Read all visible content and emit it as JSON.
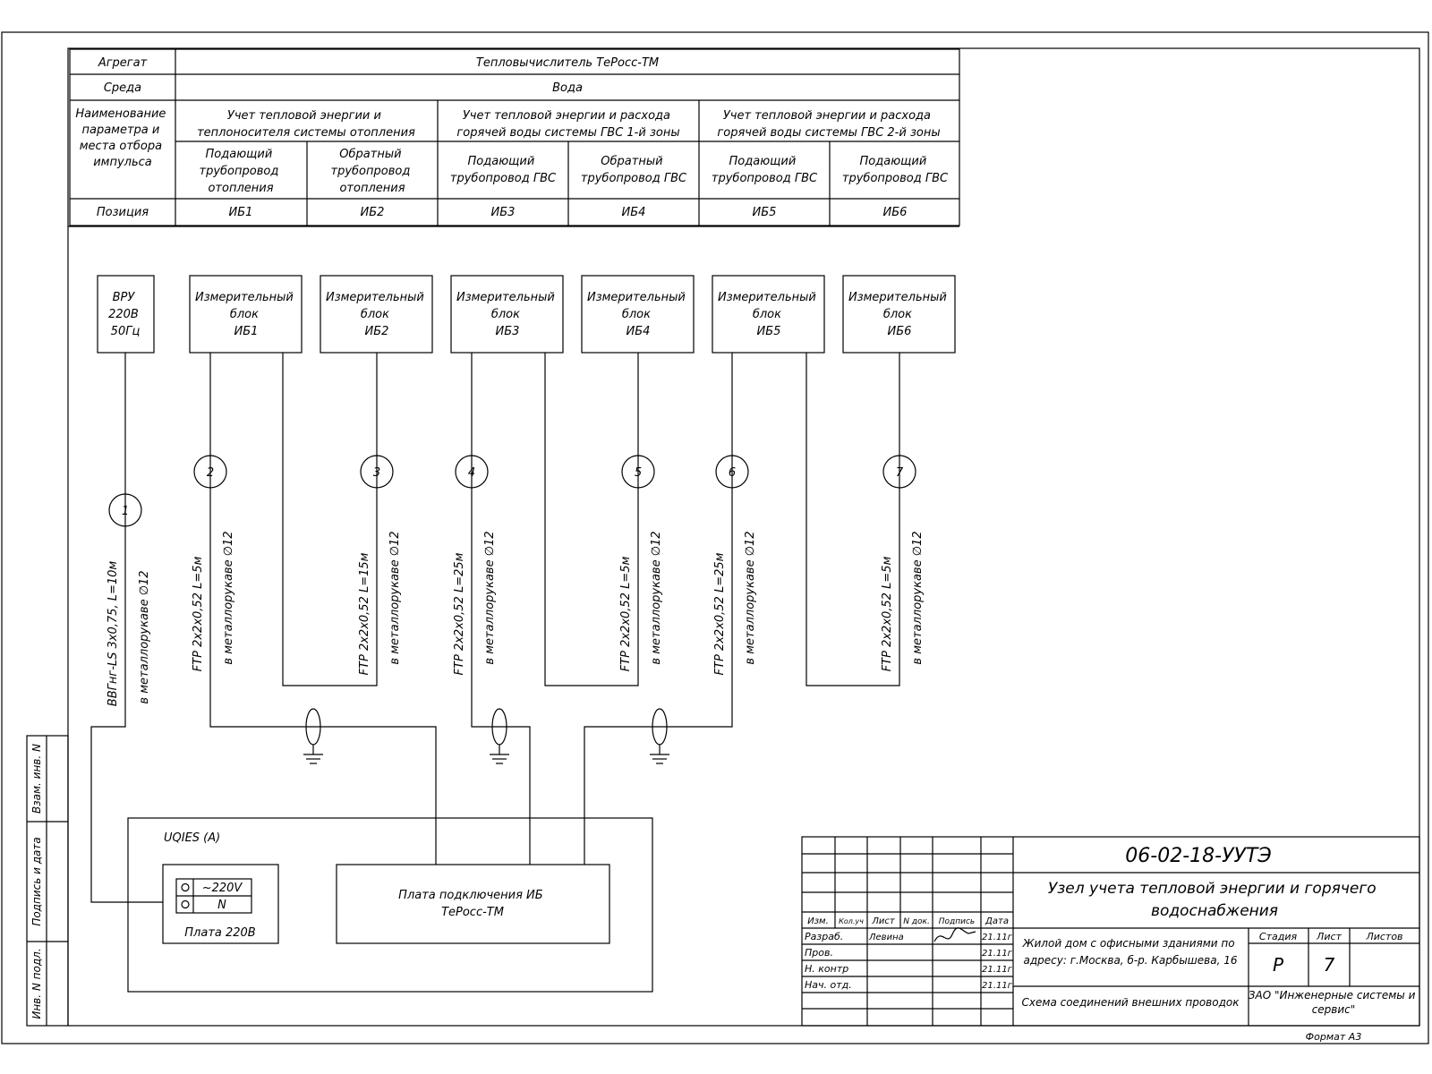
{
  "param_table": {
    "row_labels": {
      "aggregate": "Агрегат",
      "medium": "Среда",
      "param_name": [
        "Наименование",
        "параметра и",
        "места отбора",
        "импульса"
      ],
      "position": "Позиция"
    },
    "aggregate_value": "Тепловычислитель ТеРосс-ТМ",
    "medium_value": "Вода",
    "groups": [
      [
        "Учет тепловой энергии и",
        "теплоносителя системы отопления"
      ],
      [
        "Учет тепловой энергии и расхода",
        "горячей воды системы ГВС 1-й зоны"
      ],
      [
        "Учет тепловой энергии и расхода",
        "горячей воды системы ГВС 2-й зоны"
      ]
    ],
    "columns": [
      {
        "name": [
          "Подающий",
          "трубопровод",
          "отопления"
        ],
        "position": "ИБ1"
      },
      {
        "name": [
          "Обратный",
          "трубопровод",
          "отопления"
        ],
        "position": "ИБ2"
      },
      {
        "name": [
          "Подающий",
          "трубопровод ГВС"
        ],
        "position": "ИБ3"
      },
      {
        "name": [
          "Обратный",
          "трубопровод ГВС"
        ],
        "position": "ИБ4"
      },
      {
        "name": [
          "Подающий",
          "трубопровод ГВС"
        ],
        "position": "ИБ5"
      },
      {
        "name": [
          "Подающий",
          "трубопровод ГВС"
        ],
        "position": "ИБ6"
      }
    ]
  },
  "power_box": [
    "ВРУ",
    "220В",
    "50Гц"
  ],
  "blocks": [
    [
      "Измерительный",
      "блок",
      "ИБ1"
    ],
    [
      "Измерительный",
      "блок",
      "ИБ2"
    ],
    [
      "Измерительный",
      "блок",
      "ИБ3"
    ],
    [
      "Измерительный",
      "блок",
      "ИБ4"
    ],
    [
      "Измерительный",
      "блок",
      "ИБ5"
    ],
    [
      "Измерительный",
      "блок",
      "ИБ6"
    ]
  ],
  "cables": [
    {
      "num": "1",
      "type": "ВВГнг-LS 3х0,75, L=10м",
      "sleeve": "в металлорукаве ∅12"
    },
    {
      "num": "2",
      "type": "FTP 2x2x0,52 L=5м",
      "sleeve": "в металлорукаве ∅12"
    },
    {
      "num": "3",
      "type": "FTP 2x2x0,52 L=15м",
      "sleeve": "в металлорукаве ∅12"
    },
    {
      "num": "4",
      "type": "FTP 2x2x0,52 L=25м",
      "sleeve": "в металлорукаве ∅12"
    },
    {
      "num": "5",
      "type": "FTP 2x2x0,52 L=5м",
      "sleeve": "в металлорукаве ∅12"
    },
    {
      "num": "6",
      "type": "FTP 2x2x0,52 L=25м",
      "sleeve": "в металлорукаве ∅12"
    },
    {
      "num": "7",
      "type": "FTP 2x2x0,52 L=5м",
      "sleeve": "в металлорукаве ∅12"
    }
  ],
  "device": {
    "title": "UQIES (A)",
    "power_board": {
      "label": "Плата 220В",
      "terminals": [
        "~220V",
        "N"
      ]
    },
    "connect_board": [
      "Плата подключения ИБ",
      "ТеРосс-ТМ"
    ]
  },
  "side_stamp": [
    "Взам. инв. N",
    "Подпись и дата",
    "Инв. N подл."
  ],
  "title_block": {
    "code": "06-02-18-УУТЭ",
    "project_title": [
      "Узел учета тепловой энергии и горячего",
      "водоснабжения"
    ],
    "address": [
      "Жилой дом с офисными зданиями по",
      "адресу: г.Москва, б-р. Карбышева, 16"
    ],
    "drawing_name": "Схема соединений внешних проводок",
    "company": [
      "ЗАО \"Инженерные системы и",
      "сервис\""
    ],
    "headers": [
      "Изм.",
      "Кол.уч",
      "Лист",
      "N док.",
      "Подпись",
      "Дата"
    ],
    "roles": [
      "Разраб.",
      "Пров.",
      "Н. контр",
      "Нач. отд."
    ],
    "developer": "Левина",
    "dates": [
      "21.11г",
      "21.11г",
      "21.11г",
      "21.11г"
    ],
    "stage_label": "Стадия",
    "sheet_label": "Лист",
    "sheets_label": "Листов",
    "stage": "Р",
    "sheet": "7",
    "sheets": "",
    "format": "Формат А3"
  }
}
